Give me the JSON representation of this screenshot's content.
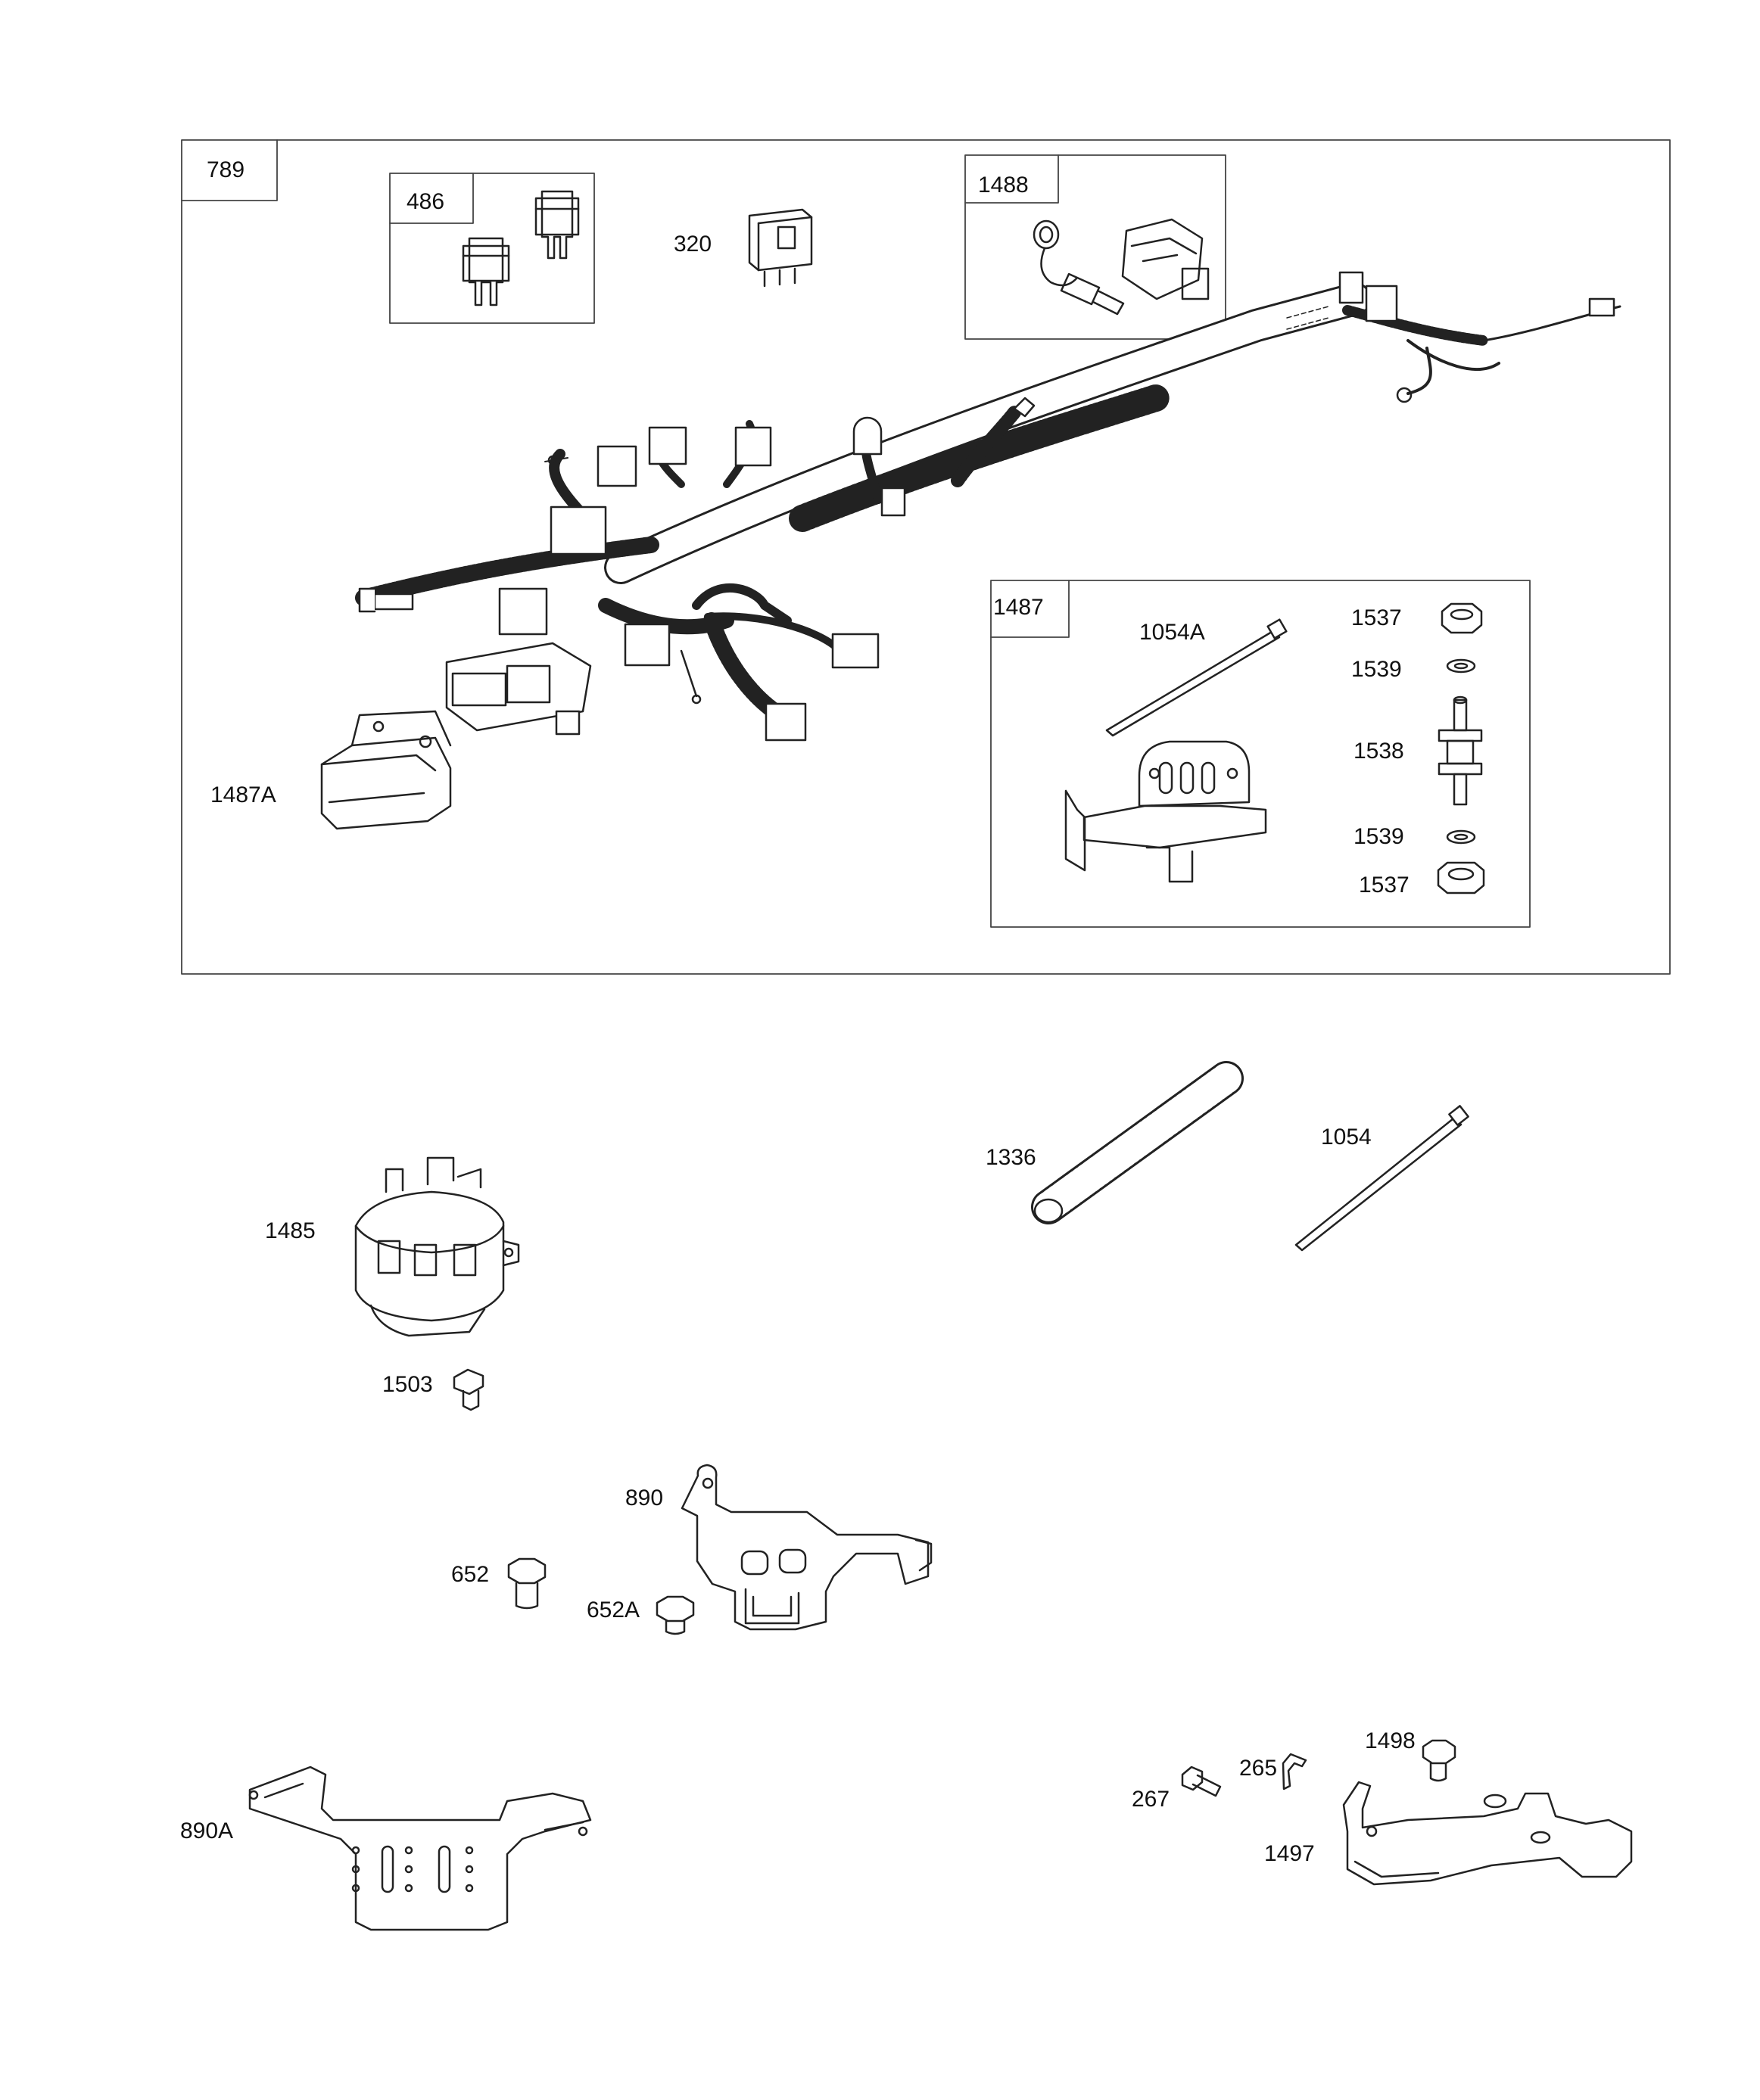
{
  "groups": {
    "harness_kit": "789",
    "fuse_kit": "486",
    "connector_kit": "1488",
    "mounting_kit": "1487"
  },
  "callouts": {
    "relay": "320",
    "cover": "1487A",
    "tie_strap_kit": "1054A",
    "nut_top": "1537",
    "washer_top": "1539",
    "stud_mount": "1538",
    "washer_bottom": "1539",
    "nut_bottom": "1537",
    "conduit": "1336",
    "tie_strap": "1054",
    "module": "1485",
    "module_screw": "1503",
    "bracket_890": "890",
    "screw_652": "652",
    "screw_652a": "652A",
    "bracket_890a": "890A",
    "screw_267": "267",
    "clip_265": "265",
    "screw_1498": "1498",
    "bracket_1497": "1497"
  }
}
